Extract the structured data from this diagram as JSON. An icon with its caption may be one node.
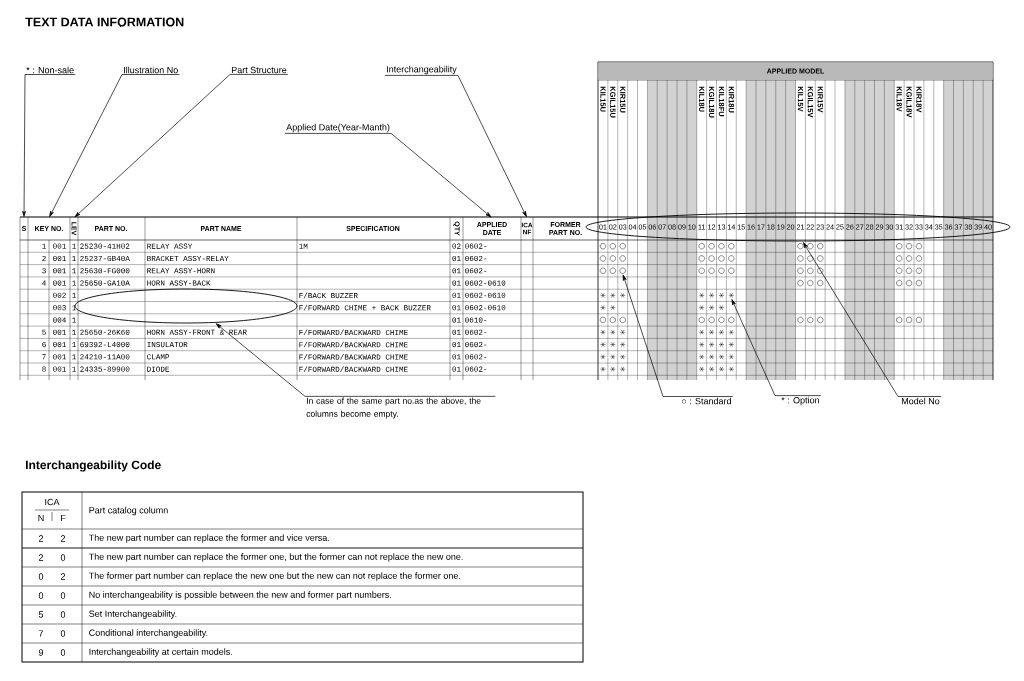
{
  "diagram": {
    "title": "TEXT DATA INFORMATION",
    "nodes": [
      {
        "text": [
          "* : Non-sale"
        ]
      },
      {
        "text": [
          "Illustration No"
        ]
      },
      {
        "text": [
          "Part Structure"
        ]
      },
      {
        "text": [
          "Interchangeability"
        ]
      },
      {
        "text": [
          "Applied Date(Year-Manth)"
        ]
      },
      {
        "text": [
          "S"
        ]
      },
      {
        "text": [
          "KEY NO."
        ]
      },
      {
        "text": [
          "LEV"
        ]
      },
      {
        "text": [
          "APPLIED DATE"
        ]
      },
      {
        "text": [
          "ICA NF"
        ]
      },
      {
        "text": [],
        "shape": "ellipse"
      },
      {
        "text": [
          "In case of the same part no.as the above, the columns become empty."
        ]
      },
      {
        "text": [],
        "shape": "ellipse"
      },
      {
        "text": [
          "○ : Standard"
        ]
      },
      {
        "text": [
          "* : Option"
        ]
      },
      {
        "text": [
          "Model No"
        ]
      },
      {
        "text": [],
        "shape": "circle"
      },
      {
        "text": [],
        "shape": "asterisk"
      }
    ],
    "edges": [
      {
        "from": 0,
        "to": 5,
        "arrow": "to"
      },
      {
        "from": 1,
        "to": 6,
        "arrow": "to"
      },
      {
        "from": 2,
        "to": 7,
        "arrow": "to"
      },
      {
        "from": 3,
        "to": 9,
        "arrow": "to"
      },
      {
        "from": 4,
        "to": 8,
        "arrow": "to"
      },
      {
        "from": 11,
        "to": 10,
        "arrow": "to"
      },
      {
        "from": 13,
        "to": 16,
        "arrow": "to"
      },
      {
        "from": 14,
        "to": 17,
        "arrow": "to"
      },
      {
        "from": 15,
        "to": 12,
        "arrow": "to"
      }
    ],
    "labels": [
      "PART NO.",
      "PART NAME",
      "SPECIFICATION",
      "QTY",
      "FORMER PART NO.",
      "APPLIED MODEL",
      "KIL15U",
      "KGIL15U",
      "KIR15U",
      "KIL18U",
      "KGIL18U",
      "KIL18FU",
      "KIR18U",
      "KIL15V",
      "KGIL15V",
      "KIR15V",
      "KIL18V",
      "KGIL18V",
      "KIR18V",
      "01",
      "02",
      "03",
      "04",
      "05",
      "06",
      "07",
      "08",
      "09",
      "10",
      "11",
      "12",
      "13",
      "14",
      "15",
      "16",
      "17",
      "18",
      "19",
      "20",
      "21",
      "22",
      "23",
      "24",
      "25",
      "26",
      "27",
      "28",
      "29",
      "30",
      "31",
      "32",
      "33",
      "34",
      "35",
      "36",
      "37",
      "38",
      "39",
      "40",
      "1",
      "001",
      "1",
      "25230-41H02",
      "RELAY ASSY",
      "1M",
      "02",
      "0602-",
      "2",
      "001",
      "1",
      "25237-GB40A",
      "BRACKET ASSY-RELAY",
      "01",
      "0602-",
      "3",
      "001",
      "1",
      "25630-FG000",
      "RELAY ASSY-HORN",
      "01",
      "0602-",
      "4",
      "001",
      "1",
      "25650-GA10A",
      "HORN ASSY-BACK",
      "01",
      "0602-0610",
      "002",
      "1",
      "F/BACK BUZZER",
      "01",
      "0602-0610",
      "003",
      "1",
      "F/FORWARD CHIME + BACK BUZZER",
      "01",
      "0602-0610",
      "004",
      "1",
      "01",
      "0610-",
      "5",
      "001",
      "1",
      "25650-26K60",
      "HORN ASSY-FRONT & REAR",
      "F/FORWARD/BACKWARD CHIME",
      "01",
      "0602-",
      "6",
      "001",
      "1",
      "69392-L4000",
      "INSULATOR",
      "F/FORWARD/BACKWARD CHIME",
      "01",
      "0602-",
      "7",
      "001",
      "1",
      "24210-11A00",
      "CLAMP",
      "F/FORWARD/BACKWARD CHIME",
      "01",
      "0602-",
      "8",
      "001",
      "1",
      "24335-89900",
      "DIODE",
      "F/FORWARD/BACKWARD CHIME",
      "01",
      "0602-",
      "Interchangeability Code",
      "ICA",
      "N",
      "F",
      "Part catalog column",
      "2",
      "2",
      "The new part number can replace the former and vice versa.",
      "2",
      "0",
      "The new part number can replace the former one, but the former can not replace the new one.",
      "0",
      "2",
      "The former part number can replace the new one but the new can not replace the former one.",
      "0",
      "0",
      "No interchangeability is possible between the new and former part numbers.",
      "5",
      "0",
      "Set Interchangeability.",
      "7",
      "0",
      "Conditional interchangeability.",
      "9",
      "0",
      "Interchangeability at certain models."
    ]
  }
}
